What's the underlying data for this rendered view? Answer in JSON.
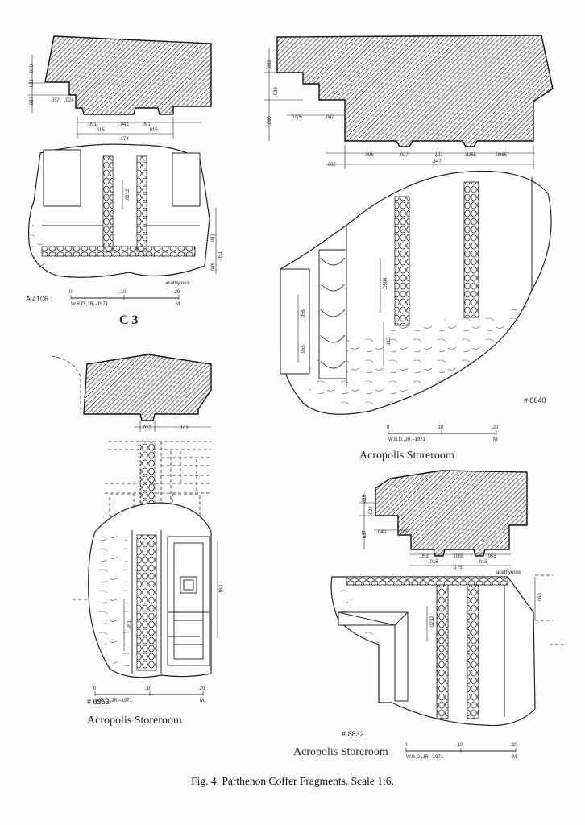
{
  "caption": "Fig. 4. Parthenon Coffer Fragments. Scale 1:6.",
  "scale_bar": {
    "ticks": [
      "0",
      ".10",
      ".20"
    ],
    "unit": "M.",
    "credit": "W.B.D.,JR.–1971"
  },
  "fragments": {
    "a4106": {
      "id": "A 4106",
      "label": "C 3",
      "profile_dims": [
        ".030",
        ".022",
        ".037",
        ".037",
        ".024",
        ".051",
        ".015",
        ".042",
        ".051",
        ".015",
        ".174"
      ],
      "elevation_dims": [
        ".0212",
        ".081",
        ".046",
        ".051"
      ],
      "anathyrosis": "anathyrosis"
    },
    "f8840": {
      "id": "# 8840",
      "location": "Acropolis Storeroom",
      "profile_dims": [
        ".053",
        ".039",
        ".069",
        ".0705",
        ".047",
        ".096",
        ".027",
        ".101",
        ".0265",
        ".0965",
        ".002",
        ".347"
      ],
      "elevation_dims": [
        ".0504",
        ".056",
        ".055",
        ".115"
      ]
    },
    "f6353": {
      "id": "# 6353",
      "location": "Acropolis Storeroom",
      "profile_dims": [
        ".027",
        ".102"
      ],
      "elevation_dims": [
        ".051",
        ".160"
      ]
    },
    "f8832": {
      "id": "# 8832",
      "location": "Acropolis Storeroom",
      "profile_dims": [
        ".025",
        ".022",
        ".037",
        ".040",
        ".025",
        ".053",
        ".015",
        ".039",
        ".015",
        ".053",
        ".175"
      ],
      "elevation_dims": [
        ".0232",
        ".066"
      ],
      "anathyrosis": "anathyrosis"
    }
  }
}
